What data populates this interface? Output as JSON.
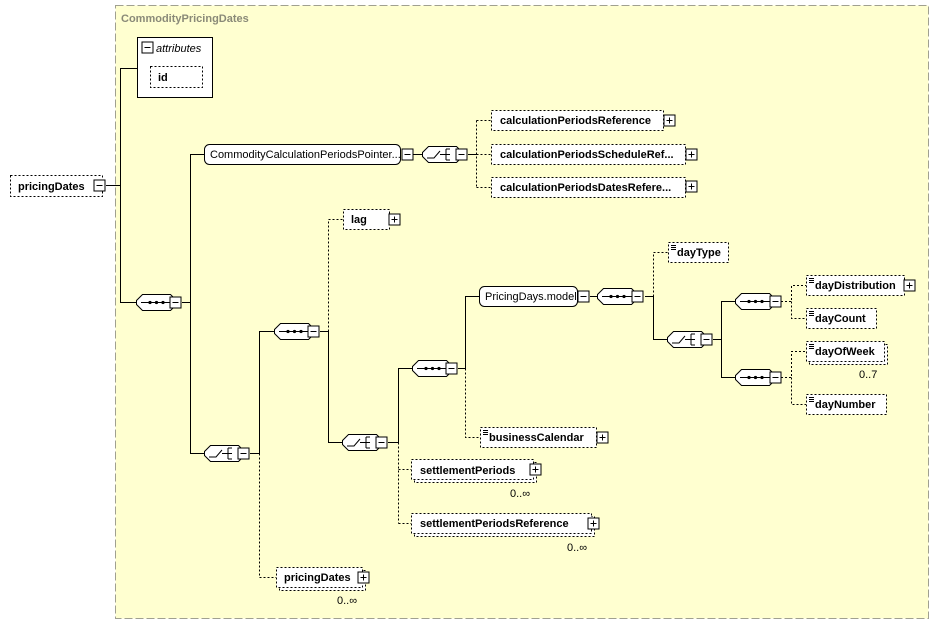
{
  "diagram": {
    "group_title": "CommodityPricingDates",
    "colors": {
      "panel_fill": "#ffffd0",
      "panel_border": "#a0a090",
      "node_fill": "#ffffff",
      "line": "#000000"
    },
    "nodes": {
      "attributes_title": "attributes",
      "id": "id",
      "root": "pricingDates",
      "pointer_group": "CommodityCalculationPeriodsPointer....",
      "calc_periods_ref": "calculationPeriodsReference",
      "calc_periods_schedule_ref": "calculationPeriodsScheduleRef...",
      "calc_periods_dates_ref": "calculationPeriodsDatesRefere...",
      "lag": "lag",
      "pricing_days_model": "PricingDays.model",
      "day_type": "dayType",
      "day_distribution": "dayDistribution",
      "day_count": "dayCount",
      "day_of_week": "dayOfWeek",
      "day_of_week_card": "0..7",
      "day_number": "dayNumber",
      "business_calendar": "businessCalendar",
      "settlement_periods": "settlementPeriods",
      "settlement_periods_card": "0..∞",
      "settlement_periods_reference": "settlementPeriodsReference",
      "settlement_periods_reference_card": "0..∞",
      "pricing_dates_inner": "pricingDates",
      "pricing_dates_inner_card": "0..∞"
    }
  }
}
